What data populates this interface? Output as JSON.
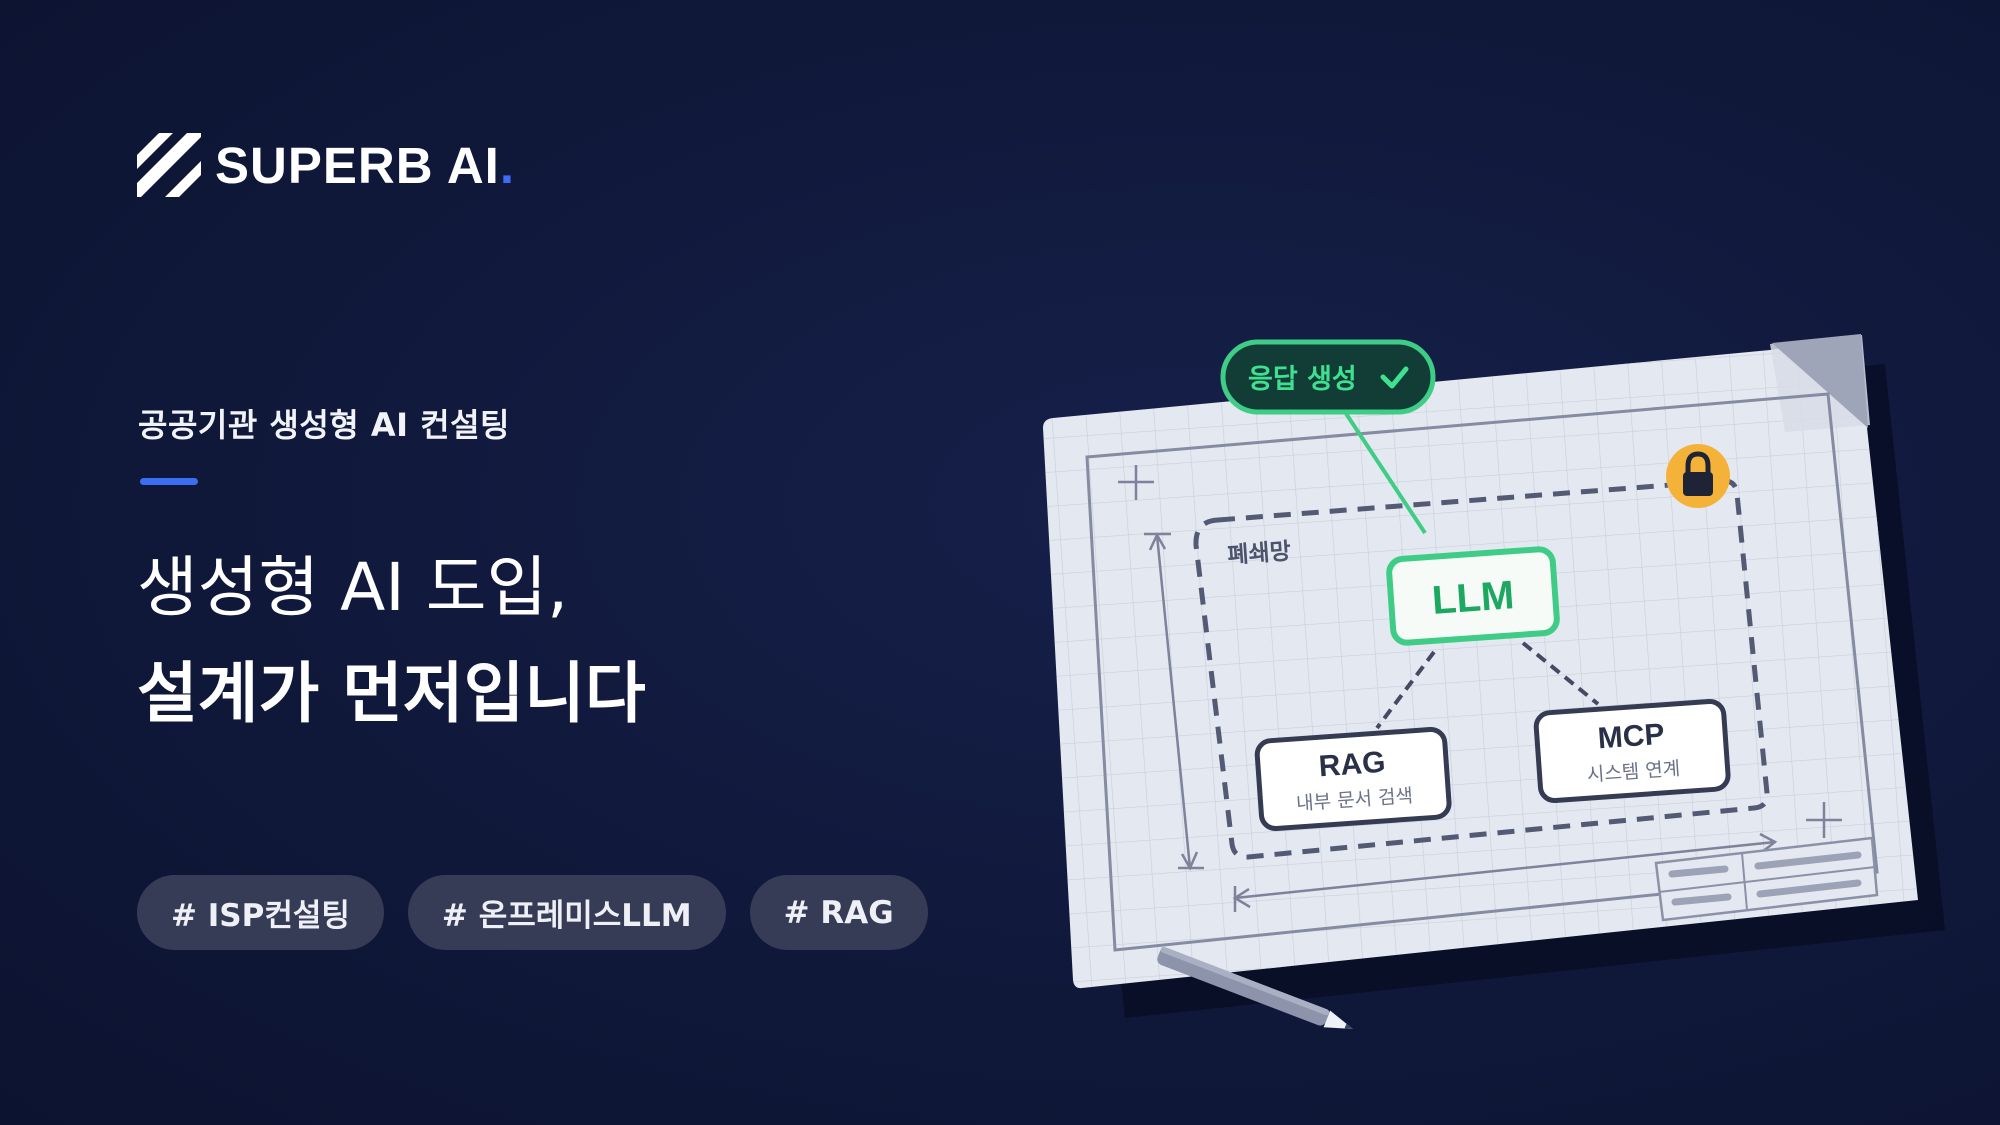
{
  "brand": {
    "name": "SUPERB AI",
    "dot": "."
  },
  "subtitle": "공공기관 생성형 AI 컨설팅",
  "headline": {
    "line1": "생성형 AI 도입,",
    "line2": "설계가 먼저입니다"
  },
  "tags": [
    "# ISP컨설팅",
    "# 온프레미스LLM",
    "# RAG"
  ],
  "diagram": {
    "response_badge": "응답 생성",
    "zone_label": "폐쇄망",
    "llm": "LLM",
    "rag": {
      "title": "RAG",
      "desc": "내부 문서 검색"
    },
    "mcp": {
      "title": "MCP",
      "desc": "시스템 연계"
    },
    "icons": {
      "lock": "lock-icon",
      "check": "check-icon",
      "pencil": "pencil-icon"
    }
  },
  "colors": {
    "background": "#111a3d",
    "accent_blue": "#3b6ef0",
    "llm_green": "#3fcc86",
    "lock_yellow": "#f4b338",
    "tag_bg": "#363c56"
  }
}
